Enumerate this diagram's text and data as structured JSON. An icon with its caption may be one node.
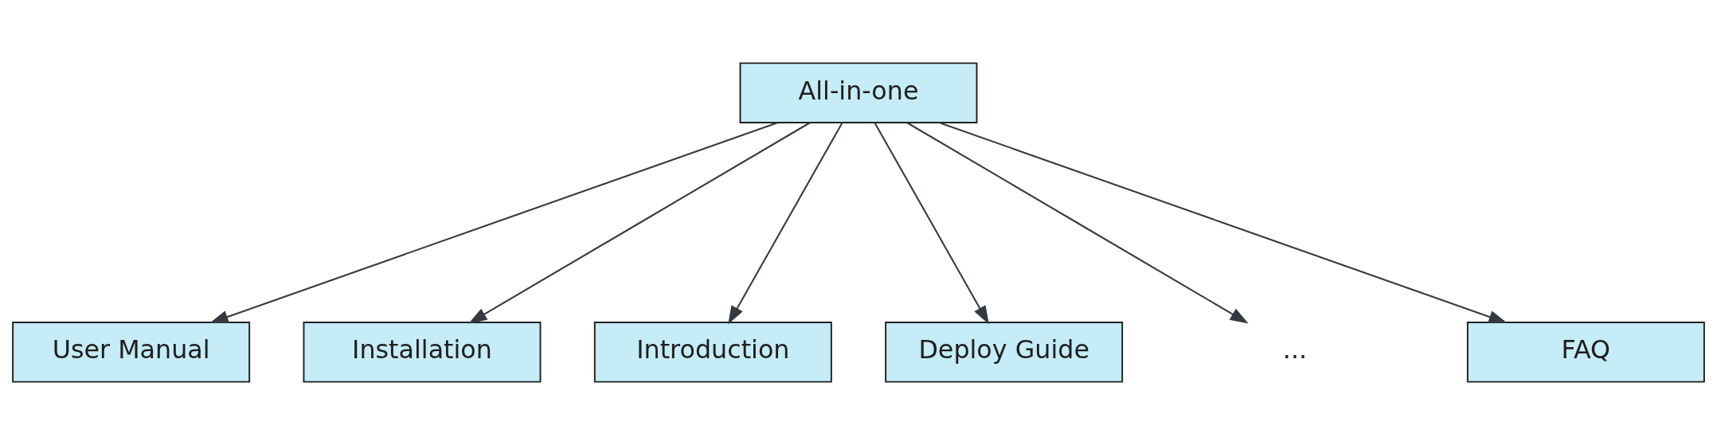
{
  "diagram": {
    "nodes": [
      {
        "text": [
          "All-in-one"
        ]
      },
      {
        "text": [
          "User Manual"
        ]
      },
      {
        "text": [
          "Installation"
        ]
      },
      {
        "text": [
          "Introduction"
        ]
      },
      {
        "text": [
          "Deploy Guide"
        ]
      },
      {
        "text": [
          "..."
        ]
      },
      {
        "text": [
          "FAQ"
        ]
      }
    ],
    "edges": [
      {
        "from": 0,
        "to": 1,
        "arrow": "to"
      },
      {
        "from": 0,
        "to": 2,
        "arrow": "to"
      },
      {
        "from": 0,
        "to": 3,
        "arrow": "to"
      },
      {
        "from": 0,
        "to": 4,
        "arrow": "to"
      },
      {
        "from": 0,
        "to": 5,
        "arrow": "to"
      },
      {
        "from": 0,
        "to": 6,
        "arrow": "to"
      }
    ]
  }
}
